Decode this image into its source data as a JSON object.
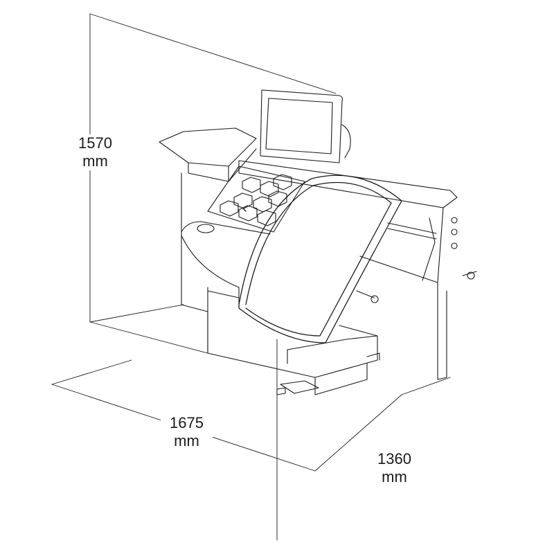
{
  "dimensions": {
    "height": {
      "value": "1570",
      "unit": "mm"
    },
    "width": {
      "value": "1675",
      "unit": "mm"
    },
    "depth": {
      "value": "1360",
      "unit": "mm"
    }
  },
  "colors": {
    "line": "#1a1a1a",
    "background": "#ffffff"
  }
}
